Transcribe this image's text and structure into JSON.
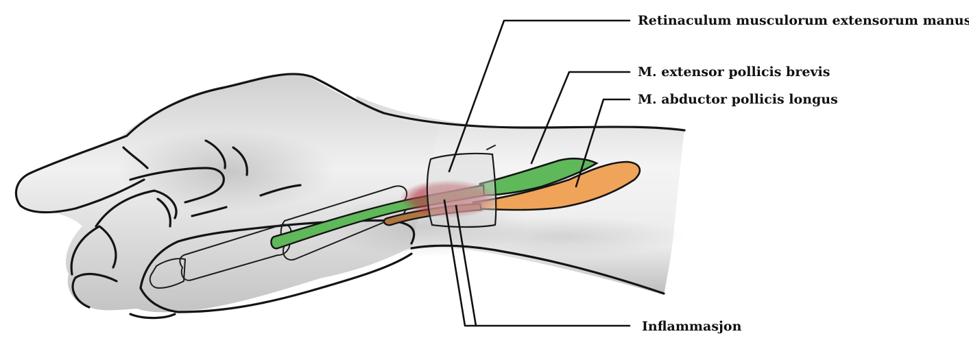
{
  "labels": {
    "retinaculum": "Retinaculum musculorum extensorum manus",
    "extensor_brevis": "M. extensor pollicis brevis",
    "abductor_longus": "M. abductor pollicis longus",
    "inflammation": "Inflammasjon"
  },
  "colors": {
    "extensor_brevis": "#5fb85a",
    "abductor_longus": "#f0a45a",
    "abductor_tendon": "#b0763f",
    "inflammation": "#b5404a",
    "skin_shadow": "#9a9a9a",
    "outline": "#141414"
  }
}
